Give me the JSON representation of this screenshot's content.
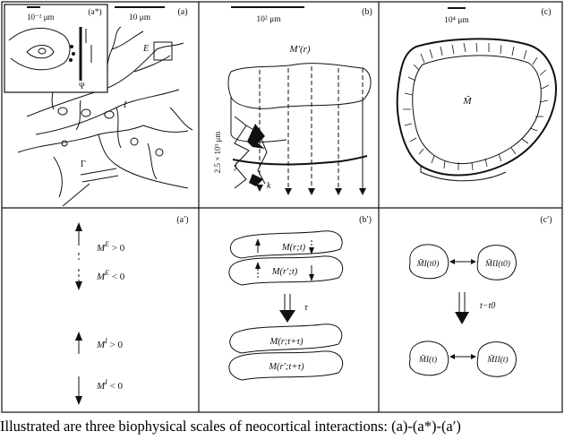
{
  "panels": {
    "a": {
      "label": "(a)",
      "scale": "10 μm",
      "neuron_labels": {
        "E": "E",
        "I": "I",
        "Gamma": "Γ"
      }
    },
    "a_star": {
      "label": "(a*)",
      "scale": "10⁻² μm",
      "psi": "Ψ"
    },
    "b": {
      "label": "(b)",
      "scale": "10² μm",
      "field": "M′(r)",
      "depth": "2.5 × 10³ μm",
      "neuron_j": "j",
      "neuron_k": "k"
    },
    "c": {
      "label": "(c)",
      "scale": "10⁴ μm",
      "field": "M̃"
    },
    "a_prime": {
      "label": "(a′)",
      "row1": "M",
      "row1_sup": "E",
      "row1_rel": " > 0",
      "row2": "M",
      "row2_sup": "E",
      "row2_rel": " < 0",
      "row3": "M",
      "row3_sup": "I",
      "row3_rel": " > 0",
      "row4": "M",
      "row4_sup": "I",
      "row4_rel": " < 0"
    },
    "b_prime": {
      "label": "(b′)",
      "blob1": "M(r;t)",
      "blob2": "M(r′;t)",
      "tau": "τ",
      "blob3": "M(r;t+τ)",
      "blob4": "M(r′;t+τ)"
    },
    "c_prime": {
      "label": "(c′)",
      "m1_t0": "M̃I(t0)",
      "m2_t0": "M̃II(t0)",
      "arrow_label": "t−t0",
      "m1_t": "M̃I(t)",
      "m2_t": "M̃II(t)"
    }
  },
  "caption": "Illustrated are three biophysical scales of neocortical interactions: (a)-(a*)-(a′)"
}
